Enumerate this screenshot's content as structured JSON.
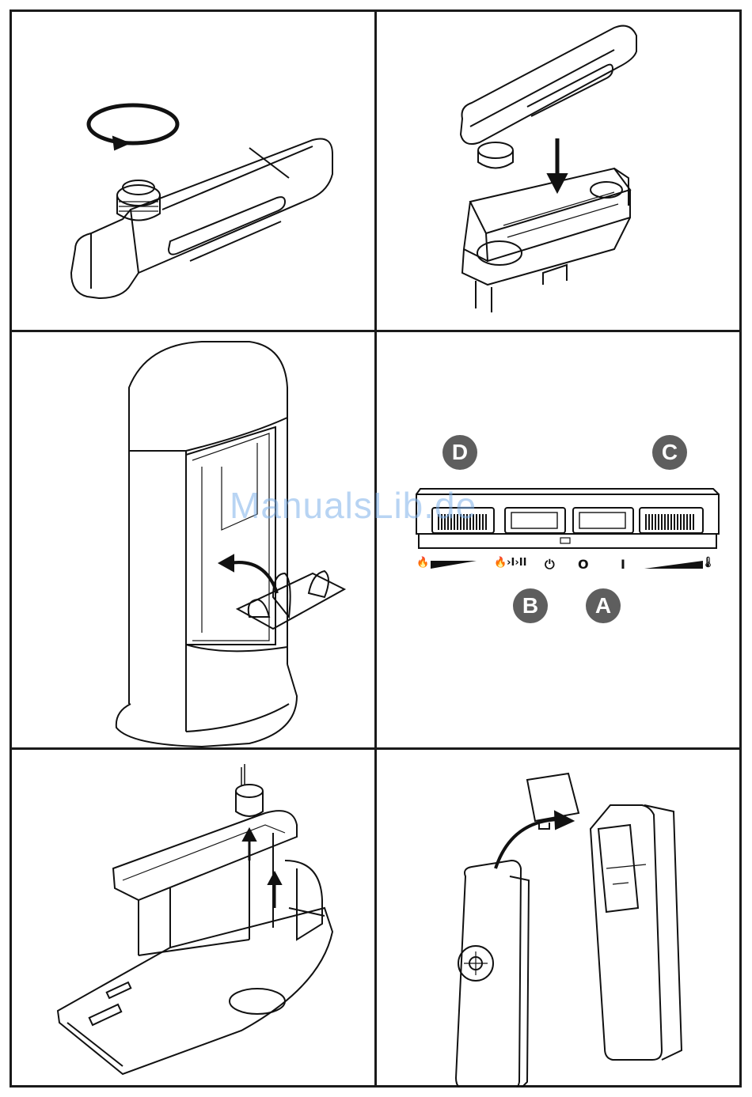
{
  "watermark": "ManualsLib.de",
  "panel_labels": {
    "a": "A",
    "b": "B",
    "c": "C",
    "d": "D"
  },
  "control_symbols": {
    "flame_low": "🔥",
    "flame_play_pause": "🔥›I›II",
    "power": "⏻",
    "off": "O",
    "on": "I",
    "thermometer": "🌡"
  },
  "icons": [
    "rotation-arrow-icon",
    "down-arrow-icon",
    "curved-arrow-icon",
    "up-arrow-icon",
    "flame-icon",
    "power-icon",
    "thermometer-icon"
  ],
  "colors": {
    "line": "#1a1a1a",
    "badge": "#5e5e5e",
    "watermark": "#7fb2ea"
  }
}
